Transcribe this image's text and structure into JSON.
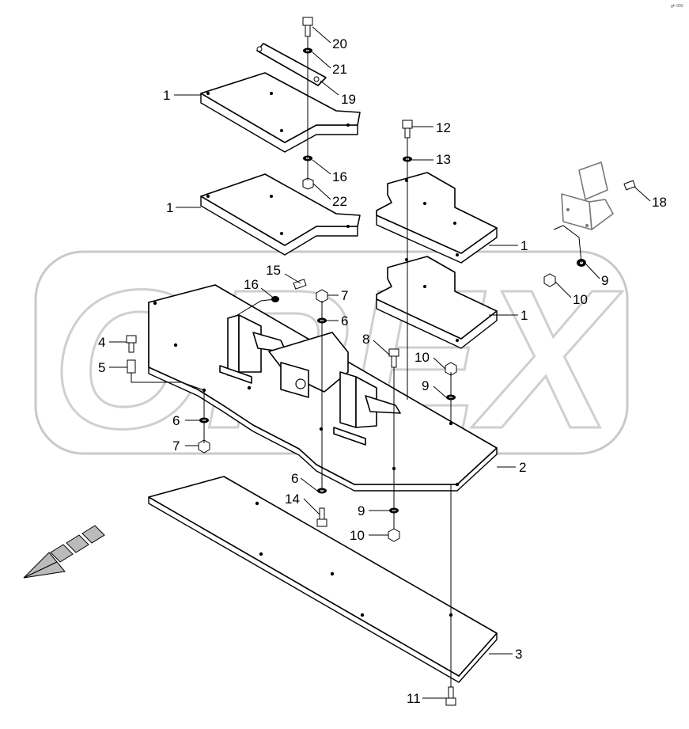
{
  "diagram": {
    "corner_code": "gf¹ 000",
    "watermark_text": "OREX",
    "callouts": [
      {
        "id": "c20",
        "text": "20"
      },
      {
        "id": "c21",
        "text": "21"
      },
      {
        "id": "c19",
        "text": "19"
      },
      {
        "id": "c1a",
        "text": "1"
      },
      {
        "id": "c16a",
        "text": "16"
      },
      {
        "id": "c22",
        "text": "22"
      },
      {
        "id": "c1b",
        "text": "1"
      },
      {
        "id": "c12",
        "text": "12"
      },
      {
        "id": "c13",
        "text": "13"
      },
      {
        "id": "c18",
        "text": "18"
      },
      {
        "id": "c1c",
        "text": "1"
      },
      {
        "id": "c9a",
        "text": "9"
      },
      {
        "id": "c10a",
        "text": "10"
      },
      {
        "id": "c1d",
        "text": "1"
      },
      {
        "id": "c15",
        "text": "15"
      },
      {
        "id": "c16b",
        "text": "16"
      },
      {
        "id": "c7a",
        "text": "7"
      },
      {
        "id": "c6a",
        "text": "6"
      },
      {
        "id": "c4",
        "text": "4"
      },
      {
        "id": "c5",
        "text": "5"
      },
      {
        "id": "c8",
        "text": "8"
      },
      {
        "id": "c10b",
        "text": "10"
      },
      {
        "id": "c9b",
        "text": "9"
      },
      {
        "id": "c6b",
        "text": "6"
      },
      {
        "id": "c7b",
        "text": "7"
      },
      {
        "id": "c2",
        "text": "2"
      },
      {
        "id": "c6c",
        "text": "6"
      },
      {
        "id": "c14",
        "text": "14"
      },
      {
        "id": "c9c",
        "text": "9"
      },
      {
        "id": "c10c",
        "text": "10"
      },
      {
        "id": "c3",
        "text": "3"
      },
      {
        "id": "c11",
        "text": "11"
      }
    ]
  }
}
